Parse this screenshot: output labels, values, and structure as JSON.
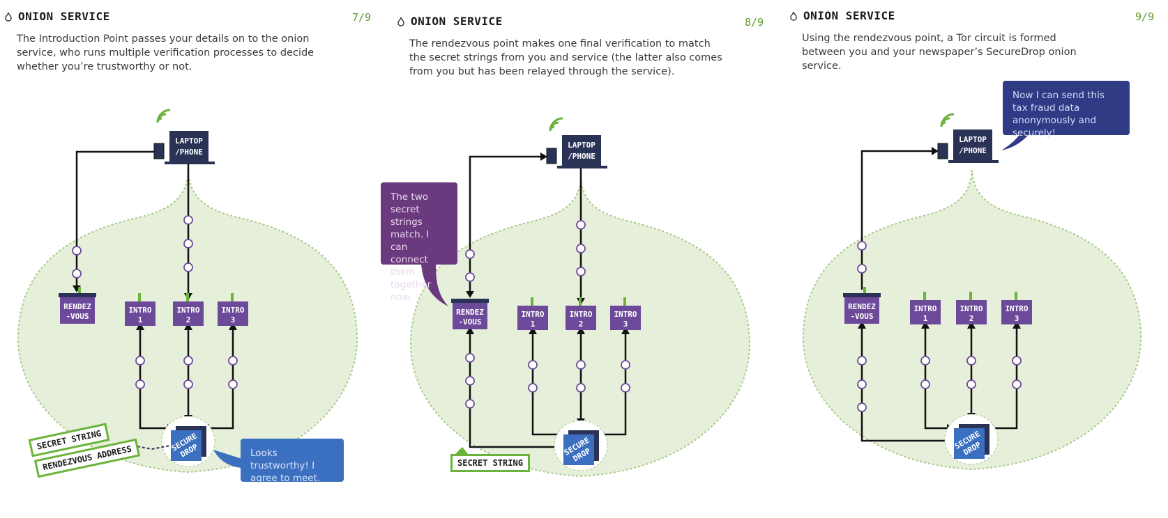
{
  "colors": {
    "onion_fill": "#e6efd9",
    "onion_border": "#a7c98a",
    "node_purple": "#6c4a99",
    "sprout_green": "#6bb33a",
    "device_navy": "#2a3256",
    "securedrop_blue": "#3b6fbf",
    "accent_green": "#5b9b2c",
    "arrow": "#111111"
  },
  "panels": [
    {
      "title": "ONION SERVICE",
      "page": "7/9",
      "description": "The Introduction Point passes your details on to the onion service, who runs multiple verification processes to decide whether you’re trustworthy or not.",
      "device_label_line1": "LAPTOP",
      "device_label_line2": "/PHONE",
      "rendezvous_line1": "RENDEZ",
      "rendezvous_line2": "-VOUS",
      "intro_labels": [
        "INTRO",
        "INTRO",
        "INTRO"
      ],
      "intro_numbers": [
        "1",
        "2",
        "3"
      ],
      "securedrop_line1": "SECURE",
      "securedrop_line2": "DROP",
      "tags": [
        "SECRET STRING",
        "RENDEZVOUS ADDRESS"
      ],
      "bubble": "Looks trustworthy! I agree to meet."
    },
    {
      "title": "ONION SERVICE",
      "page": "8/9",
      "description": "The rendezvous point makes one final verification to match the secret strings from you and service (the latter also comes from you but has been relayed through the service).",
      "device_label_line1": "LAPTOP",
      "device_label_line2": "/PHONE",
      "rendezvous_line1": "RENDEZ",
      "rendezvous_line2": "-VOUS",
      "intro_labels": [
        "INTRO",
        "INTRO",
        "INTRO"
      ],
      "intro_numbers": [
        "1",
        "2",
        "3"
      ],
      "securedrop_line1": "SECURE",
      "securedrop_line2": "DROP",
      "tags": [
        "SECRET STRING"
      ],
      "bubble": "The two secret strings match. I can connect them together now."
    },
    {
      "title": "ONION SERVICE",
      "page": "9/9",
      "description": "Using the rendezvous point, a Tor circuit is formed between you and your newspaper’s SecureDrop onion service.",
      "device_label_line1": "LAPTOP",
      "device_label_line2": "/PHONE",
      "rendezvous_line1": "RENDEZ",
      "rendezvous_line2": "-VOUS",
      "intro_labels": [
        "INTRO",
        "INTRO",
        "INTRO"
      ],
      "intro_numbers": [
        "1",
        "2",
        "3"
      ],
      "securedrop_line1": "SECURE",
      "securedrop_line2": "DROP",
      "tags": [],
      "bubble": "Now I can send this tax fraud data anonymously and securely!"
    }
  ]
}
